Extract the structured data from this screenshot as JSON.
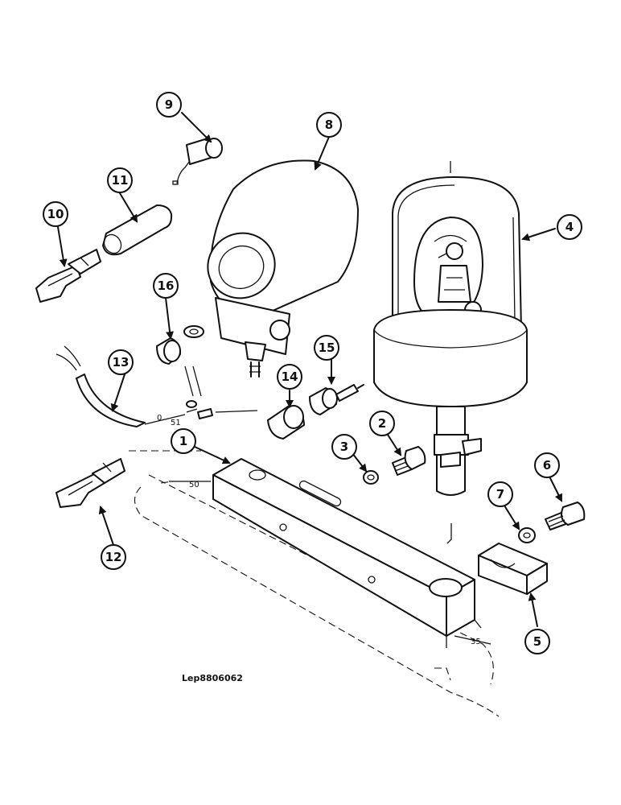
{
  "drawing_reference": "Lep8806062",
  "dimensions": {
    "d50_top": "50",
    "d51": "51",
    "d35": "35",
    "d0": "0"
  },
  "callouts": {
    "c1": "1",
    "c2": "2",
    "c3": "3",
    "c4": "4",
    "c5": "5",
    "c6": "6",
    "c7": "7",
    "c8": "8",
    "c9": "9",
    "c10": "10",
    "c11": "11",
    "c12": "12",
    "c13": "13",
    "c14": "14",
    "c15": "15",
    "c16": "16"
  },
  "colors": {
    "ink": "#111111",
    "paper": "#ffffff"
  }
}
